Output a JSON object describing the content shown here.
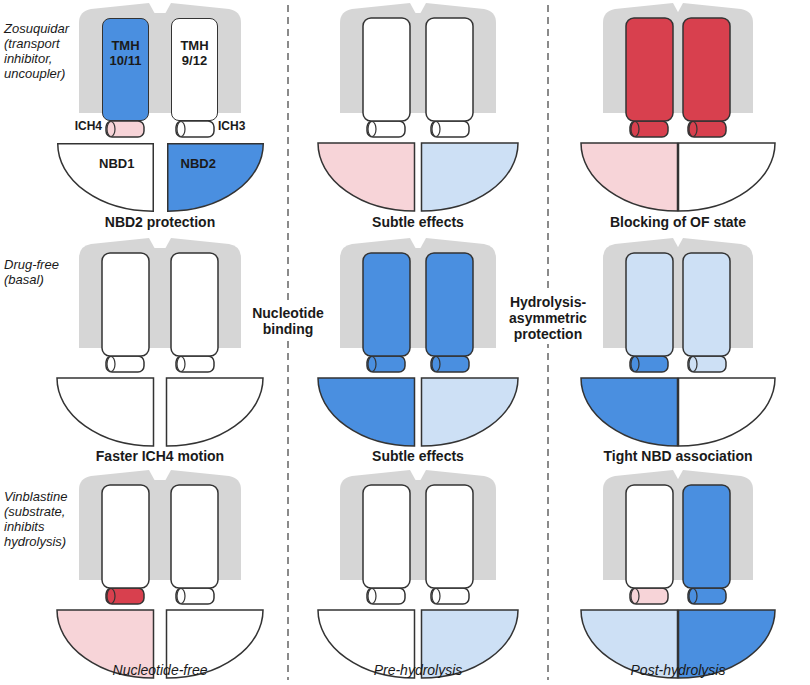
{
  "diagram": {
    "nodes": [
      {
        "text": [
          "TMH 10/11"
        ]
      },
      {
        "text": [
          "TMH 9/12"
        ]
      },
      {
        "text": [
          "NBD1"
        ]
      },
      {
        "text": [
          "NBD2"
        ]
      }
    ],
    "labels": [
      "Zosuquidar (transport inhibitor, uncoupler)",
      "ICH4",
      "ICH3",
      "NBD2 protection",
      "Subtle effects",
      "Blocking of OF state",
      "Drug-free (basal)",
      "Nucleotide binding",
      "Hydrolysis-asymmetric protection",
      "Faster ICH4 motion",
      "Subtle effects",
      "Tight NBD association",
      "Vinblastine (substrate, inhibits hydrolysis)",
      "Nucleotide-free",
      "Pre-hydrolysis",
      "Post-hydrolysis"
    ]
  }
}
